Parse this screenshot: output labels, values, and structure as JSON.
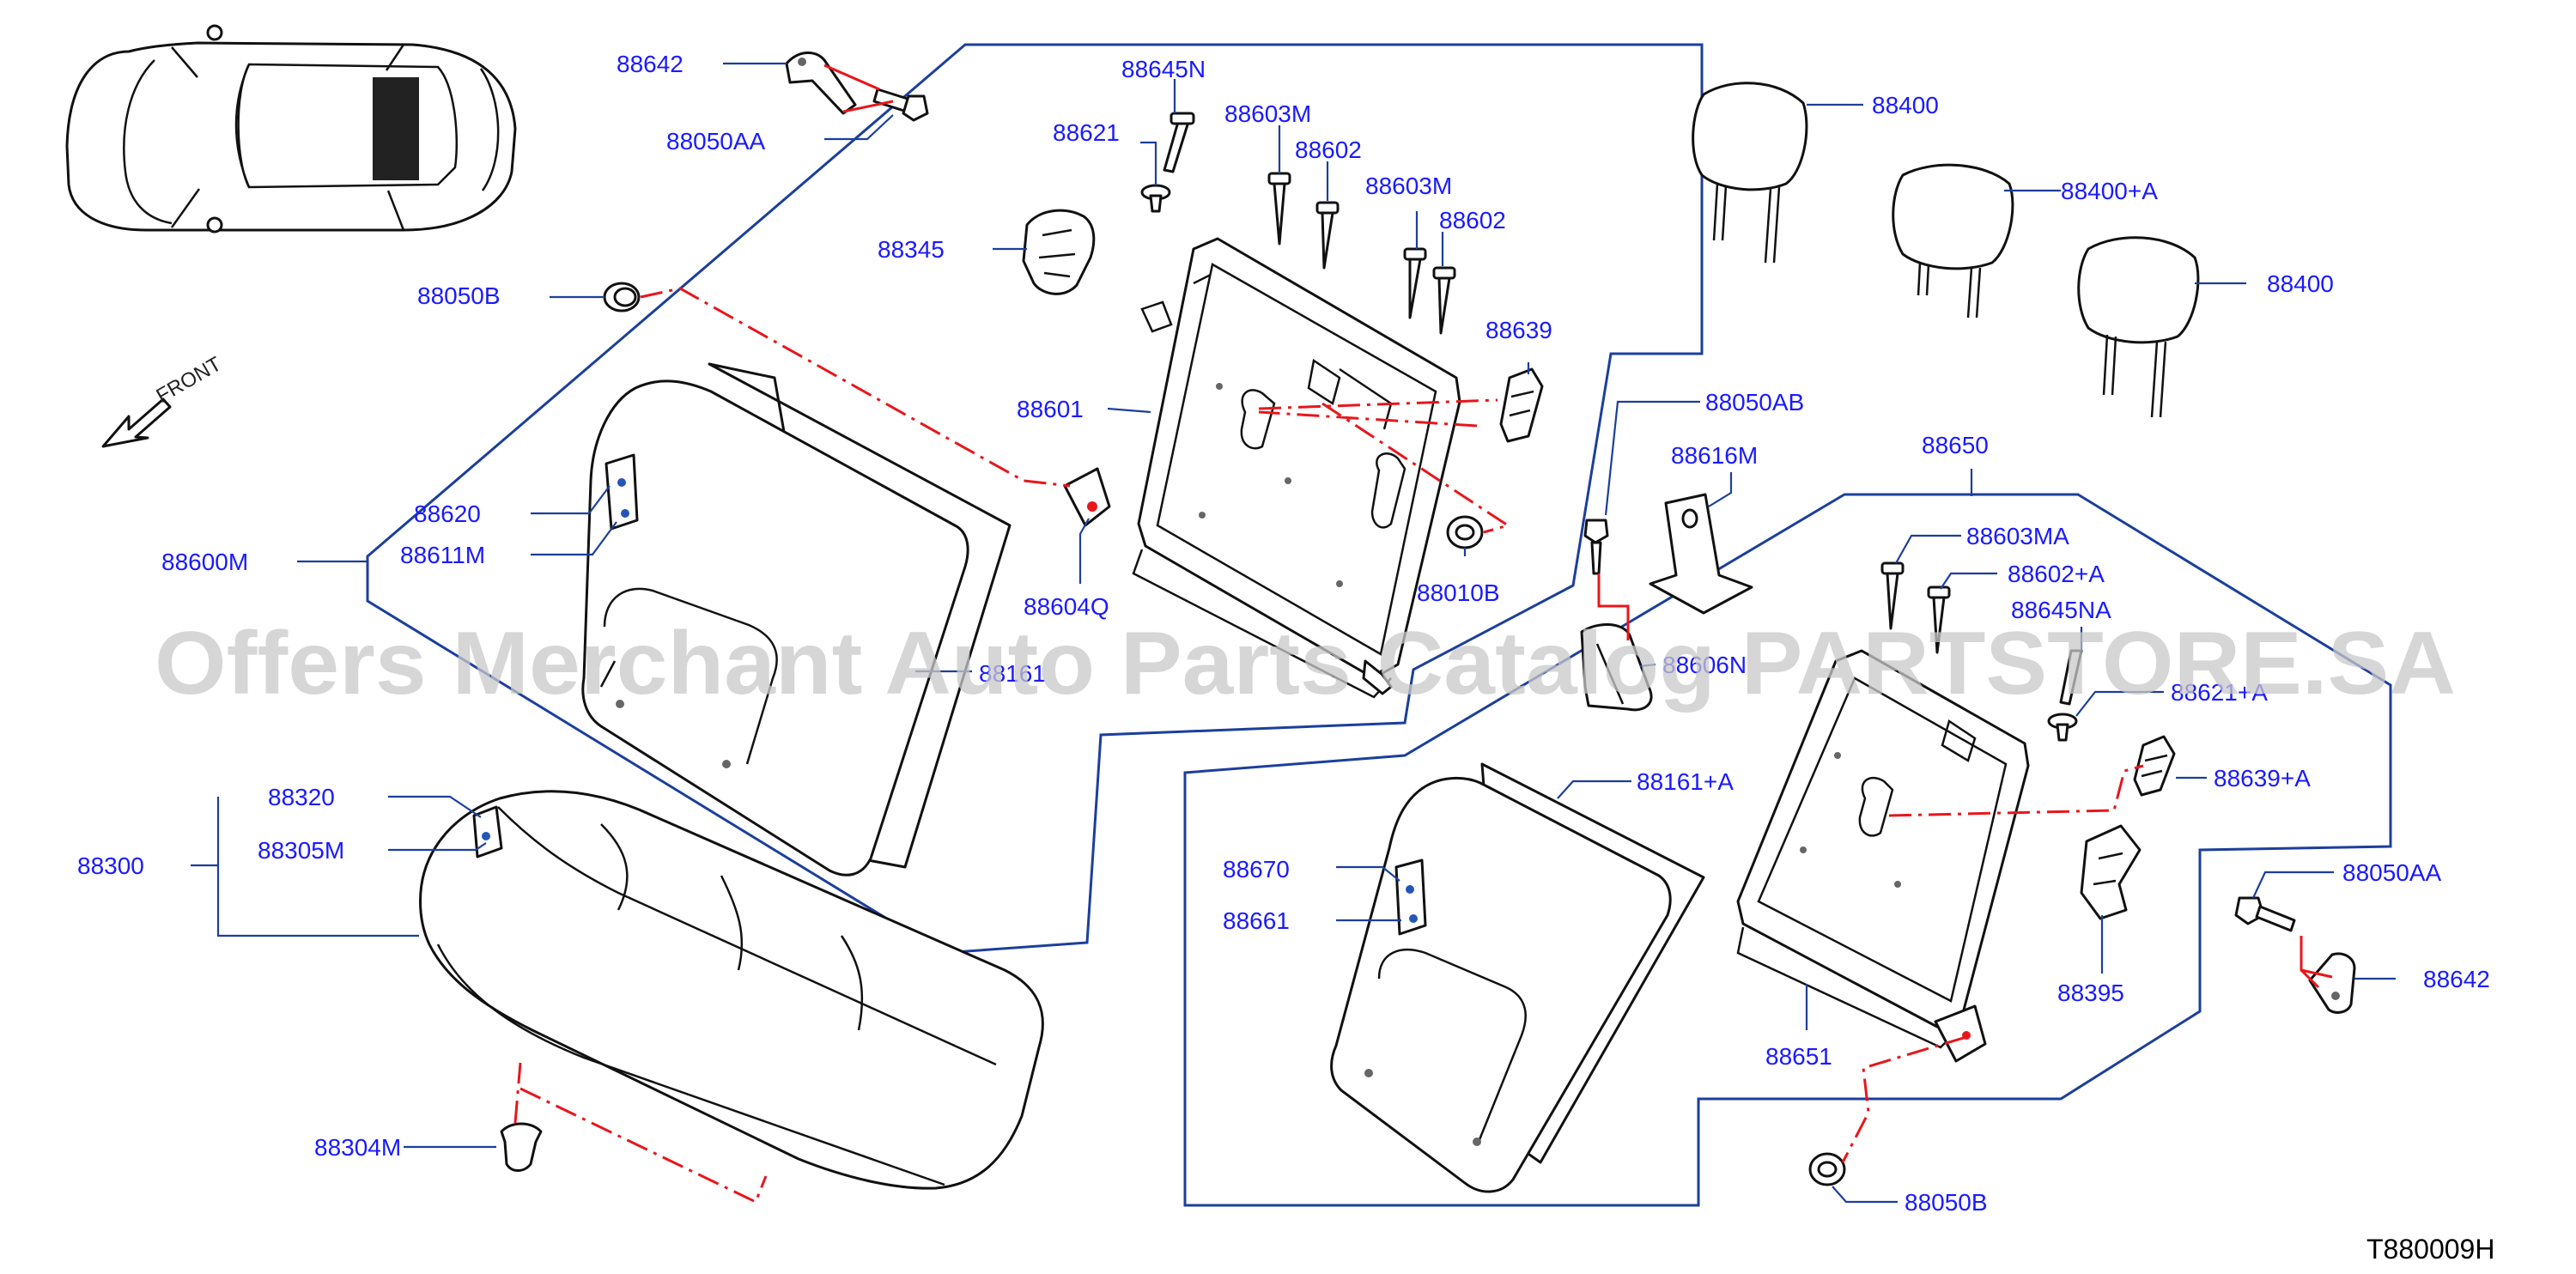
{
  "diagram": {
    "watermark": "Offers Merchant Auto Parts Catalog PARTSTORE.SA",
    "front_label": "FRONT",
    "diagram_code": "T880009H",
    "callouts": {
      "c88642a": "88642",
      "c88050AAa": "88050AA",
      "c88645N": "88645N",
      "c88621": "88621",
      "c88603M_1": "88603M",
      "c88602_1": "88602",
      "c88603M_2": "88603M",
      "c88602_2": "88602",
      "c88345": "88345",
      "c88639": "88639",
      "c88050B_top": "88050B",
      "c88601": "88601",
      "c88620": "88620",
      "c88611M": "88611M",
      "c88600M": "88600M",
      "c88604Q": "88604Q",
      "c88010B": "88010B",
      "c88161_left": "88161",
      "c88400_1": "88400",
      "c88400A": "88400+A",
      "c88400_2": "88400",
      "c88050AB": "88050AB",
      "c88616M": "88616M",
      "c88606N": "88606N",
      "c88650": "88650",
      "c88603MA": "88603MA",
      "c88602A": "88602+A",
      "c88645NA": "88645NA",
      "c88621A": "88621+A",
      "c88639A": "88639+A",
      "c88161A": "88161+A",
      "c88670": "88670",
      "c88661": "88661",
      "c88395": "88395",
      "c88050AAb": "88050AA",
      "c88642b": "88642",
      "c88651": "88651",
      "c88050B_bottom": "88050B",
      "c88320": "88320",
      "c88305M": "88305M",
      "c88300": "88300",
      "c88304M": "88304M"
    }
  }
}
